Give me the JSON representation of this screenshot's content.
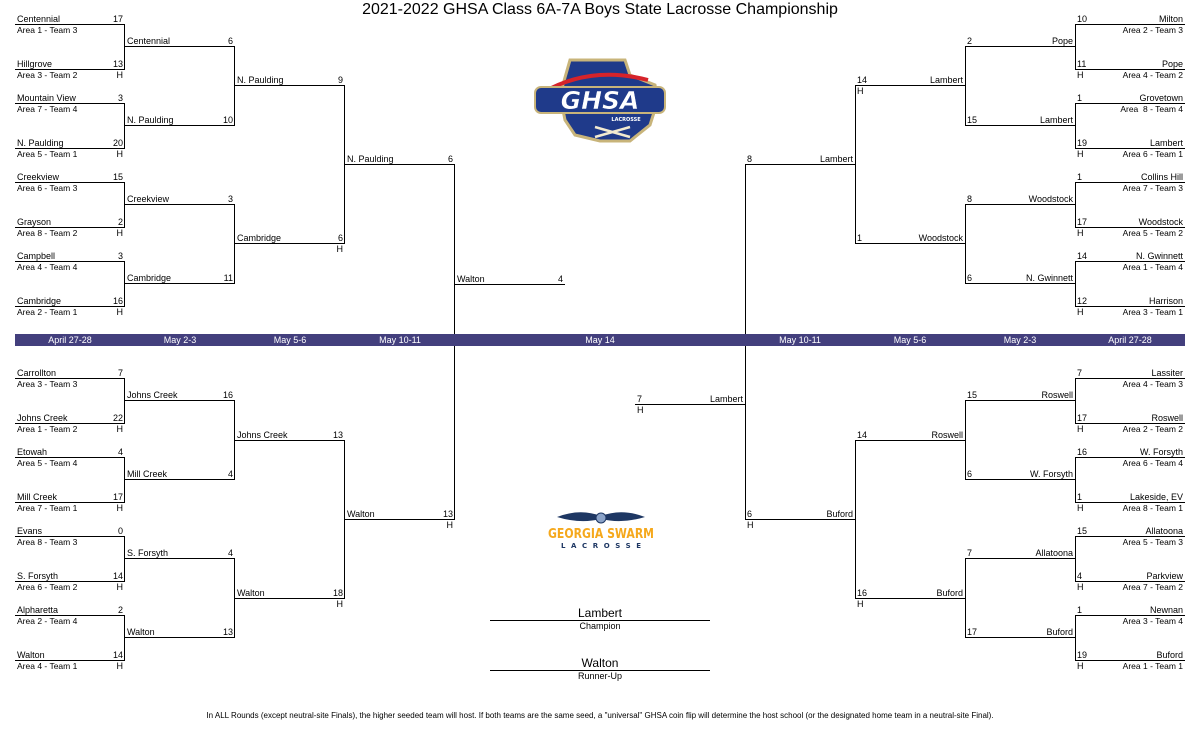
{
  "title": "2021-2022 GHSA Class 6A-7A Boys State Lacrosse Championship",
  "dates": [
    "April 27-28",
    "May 2-3",
    "May 5-6",
    "May 10-11",
    "May 14",
    "May 10-11",
    "May 5-6",
    "May 2-3",
    "April 27-28"
  ],
  "left": {
    "r1": [
      {
        "name": "Centennial",
        "area": "Area 1 - Team 3",
        "score": "17",
        "home": ""
      },
      {
        "name": "Hillgrove",
        "area": "Area 3 - Team 2",
        "score": "13",
        "home": "H"
      },
      {
        "name": "Mountain View",
        "area": "Area 7 - Team 4",
        "score": "3",
        "home": ""
      },
      {
        "name": "N. Paulding",
        "area": "Area 5 - Team 1",
        "score": "20",
        "home": "H"
      },
      {
        "name": "Creekview",
        "area": "Area 6 - Team 3",
        "score": "15",
        "home": ""
      },
      {
        "name": "Grayson",
        "area": "Area 8 - Team 2",
        "score": "2",
        "home": "H"
      },
      {
        "name": "Campbell",
        "area": "Area 4 - Team 4",
        "score": "3",
        "home": ""
      },
      {
        "name": "Cambridge",
        "area": "Area 2 - Team 1",
        "score": "16",
        "home": "H"
      },
      {
        "name": "Carrollton",
        "area": "Area 3 - Team 3",
        "score": "7",
        "home": ""
      },
      {
        "name": "Johns Creek",
        "area": "Area 1 - Team 2",
        "score": "22",
        "home": "H"
      },
      {
        "name": "Etowah",
        "area": "Area 5 - Team 4",
        "score": "4",
        "home": ""
      },
      {
        "name": "Mill Creek",
        "area": "Area 7 - Team 1",
        "score": "17",
        "home": "H"
      },
      {
        "name": "Evans",
        "area": "Area 8 - Team 3",
        "score": "0",
        "home": ""
      },
      {
        "name": "S. Forsyth",
        "area": "Area 6 - Team 2",
        "score": "14",
        "home": "H"
      },
      {
        "name": "Alpharetta",
        "area": "Area 2 - Team 4",
        "score": "2",
        "home": ""
      },
      {
        "name": "Walton",
        "area": "Area 4 - Team 1",
        "score": "14",
        "home": "H"
      }
    ],
    "r2": [
      {
        "name": "Centennial",
        "score": "6",
        "home": ""
      },
      {
        "name": "N. Paulding",
        "score": "10",
        "home": ""
      },
      {
        "name": "Creekview",
        "score": "3",
        "home": ""
      },
      {
        "name": "Cambridge",
        "score": "11",
        "home": ""
      },
      {
        "name": "Johns Creek",
        "score": "16",
        "home": ""
      },
      {
        "name": "Mill Creek",
        "score": "4",
        "home": ""
      },
      {
        "name": "S. Forsyth",
        "score": "4",
        "home": ""
      },
      {
        "name": "Walton",
        "score": "13",
        "home": ""
      }
    ],
    "r3": [
      {
        "name": "N. Paulding",
        "score": "9",
        "home": ""
      },
      {
        "name": "Cambridge",
        "score": "6",
        "home": "H"
      },
      {
        "name": "Johns Creek",
        "score": "13",
        "home": ""
      },
      {
        "name": "Walton",
        "score": "18",
        "home": "H"
      }
    ],
    "r4": [
      {
        "name": "N. Paulding",
        "score": "6",
        "home": ""
      },
      {
        "name": "Walton",
        "score": "13",
        "home": "H"
      }
    ],
    "final": {
      "name": "Walton",
      "score": "4",
      "home": ""
    }
  },
  "right": {
    "r1": [
      {
        "name": "Milton",
        "area": "Area 2 - Team 3",
        "score": "10",
        "home": ""
      },
      {
        "name": "Pope",
        "area": "Area 4 - Team 2",
        "score": "11",
        "home": "H"
      },
      {
        "name": "Grovetown",
        "area": "Area  8 - Team 4",
        "score": "1",
        "home": ""
      },
      {
        "name": "Lambert",
        "area": "Area 6 - Team 1",
        "score": "19",
        "home": "H"
      },
      {
        "name": "Collins Hill",
        "area": "Area 7 - Team 3",
        "score": "1",
        "home": ""
      },
      {
        "name": "Woodstock",
        "area": "Area 5 - Team 2",
        "score": "17",
        "home": "H"
      },
      {
        "name": "N. Gwinnett",
        "area": "Area 1 - Team 4",
        "score": "14",
        "home": ""
      },
      {
        "name": "Harrison",
        "area": "Area 3 - Team 1",
        "score": "12",
        "home": "H"
      },
      {
        "name": "Lassiter",
        "area": "Area 4 - Team 3",
        "score": "7",
        "home": ""
      },
      {
        "name": "Roswell",
        "area": "Area 2 - Team 2",
        "score": "17",
        "home": "H"
      },
      {
        "name": "W. Forsyth",
        "area": "Area 6 - Team 4",
        "score": "16",
        "home": ""
      },
      {
        "name": "Lakeside, EV",
        "area": "Area 8 - Team 1",
        "score": "1",
        "home": "H"
      },
      {
        "name": "Allatoona",
        "area": "Area 5 - Team 3",
        "score": "15",
        "home": ""
      },
      {
        "name": "Parkview",
        "area": "Area 7 - Team 2",
        "score": "4",
        "home": "H"
      },
      {
        "name": "Newnan",
        "area": "Area 3 - Team 4",
        "score": "1",
        "home": ""
      },
      {
        "name": "Buford",
        "area": "Area 1 - Team 1",
        "score": "19",
        "home": "H"
      }
    ],
    "r2": [
      {
        "name": "Pope",
        "score": "2",
        "home": ""
      },
      {
        "name": "Lambert",
        "score": "15",
        "home": ""
      },
      {
        "name": "Woodstock",
        "score": "8",
        "home": ""
      },
      {
        "name": "N. Gwinnett",
        "score": "6",
        "home": ""
      },
      {
        "name": "Roswell",
        "score": "15",
        "home": ""
      },
      {
        "name": "W. Forsyth",
        "score": "6",
        "home": ""
      },
      {
        "name": "Allatoona",
        "score": "7",
        "home": ""
      },
      {
        "name": "Buford",
        "score": "17",
        "home": ""
      }
    ],
    "r3": [
      {
        "name": "Lambert",
        "score": "14",
        "home": "H"
      },
      {
        "name": "Woodstock",
        "score": "1",
        "home": ""
      },
      {
        "name": "Roswell",
        "score": "14",
        "home": ""
      },
      {
        "name": "Buford",
        "score": "16",
        "home": "H"
      }
    ],
    "r4": [
      {
        "name": "Lambert",
        "score": "8",
        "home": ""
      },
      {
        "name": "Buford",
        "score": "6",
        "home": "H"
      }
    ],
    "final": {
      "name": "Lambert",
      "score": "7",
      "home": "H"
    }
  },
  "champion": {
    "name": "Lambert",
    "label": "Champion"
  },
  "runner_up": {
    "name": "Walton",
    "label": "Runner-Up"
  },
  "logos": {
    "ghsa": {
      "text": "GHSA",
      "sub": "LACROSSE"
    },
    "swarm": {
      "text": "GEORGIA SWARM",
      "sub": "LACROSSE"
    }
  },
  "footer": "In ALL Rounds (except neutral-site Finals), the higher seeded team will host. If both teams are the same seed, a \"universal\" GHSA coin flip will determine the host school (or the designated home team in a neutral-site Final).",
  "colors": {
    "datebar": "#433f7d",
    "ghsa_blue": "#1f3a8a",
    "ghsa_red": "#d6232a",
    "swarm_gold": "#f5a81c",
    "swarm_navy": "#1e3763"
  }
}
